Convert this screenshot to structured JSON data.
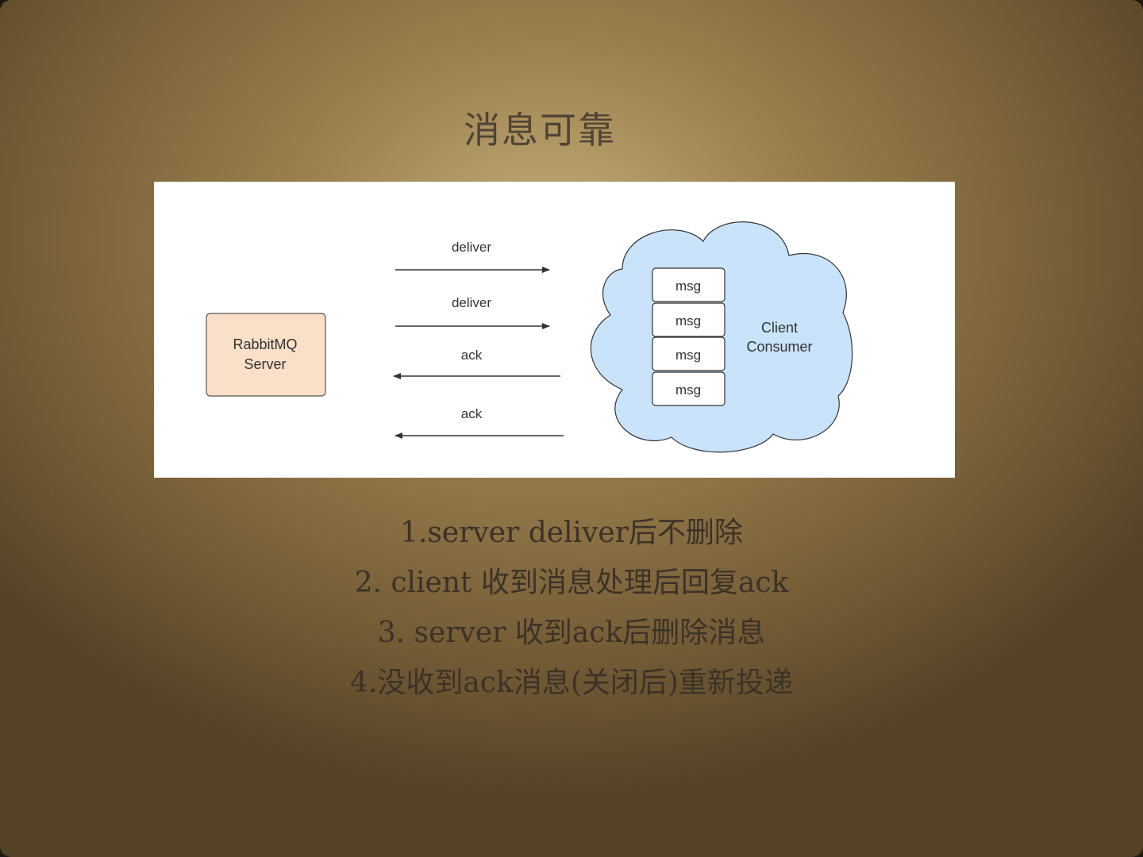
{
  "slide": {
    "title": "消息可靠",
    "points": [
      "1.server deliver后不删除",
      "2. client 收到消息处理后回复ack",
      "3. server 收到ack后删除消息",
      "4.没收到ack消息(关闭后)重新投递"
    ]
  },
  "diagram": {
    "server_label_line1": "RabbitMQ",
    "server_label_line2": "Server",
    "arrows": [
      "deliver",
      "deliver",
      "ack",
      "ack"
    ],
    "queue_items": [
      "msg",
      "msg",
      "msg",
      "msg"
    ],
    "client_label_line1": "Client",
    "client_label_line2": "Consumer"
  },
  "colors": {
    "server_box_fill": "#fbe0c9",
    "cloud_fill": "#c9e3fa",
    "arrow_color": "#333333"
  }
}
